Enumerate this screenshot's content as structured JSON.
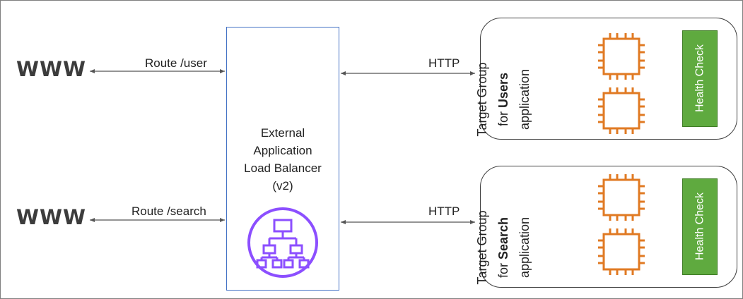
{
  "sources": [
    {
      "label": "WWW",
      "route": "Route /user"
    },
    {
      "label": "WWW",
      "route": "Route /search"
    }
  ],
  "load_balancer": {
    "title_lines": [
      "External",
      "Application",
      "Load Balancer",
      "(v2)"
    ],
    "icon": "load-balancer-hierarchy-icon",
    "border_color": "#4472c4",
    "icon_color": "#8c4fff"
  },
  "links": [
    {
      "protocol": "HTTP"
    },
    {
      "protocol": "HTTP"
    }
  ],
  "target_groups": [
    {
      "line1": "Target Group",
      "for": "for",
      "app": "Users",
      "suffix": "application",
      "health_check": "Health Check",
      "instance_icon": "ec2-instance-chip-icon"
    },
    {
      "line1": "Target Group",
      "for": "for",
      "app": "Search",
      "suffix": "application",
      "health_check": "Health Check",
      "instance_icon": "ec2-instance-chip-icon"
    }
  ],
  "colors": {
    "instance": "#e07a23",
    "health_check": "#5faa3f",
    "arrow": "#555555"
  }
}
